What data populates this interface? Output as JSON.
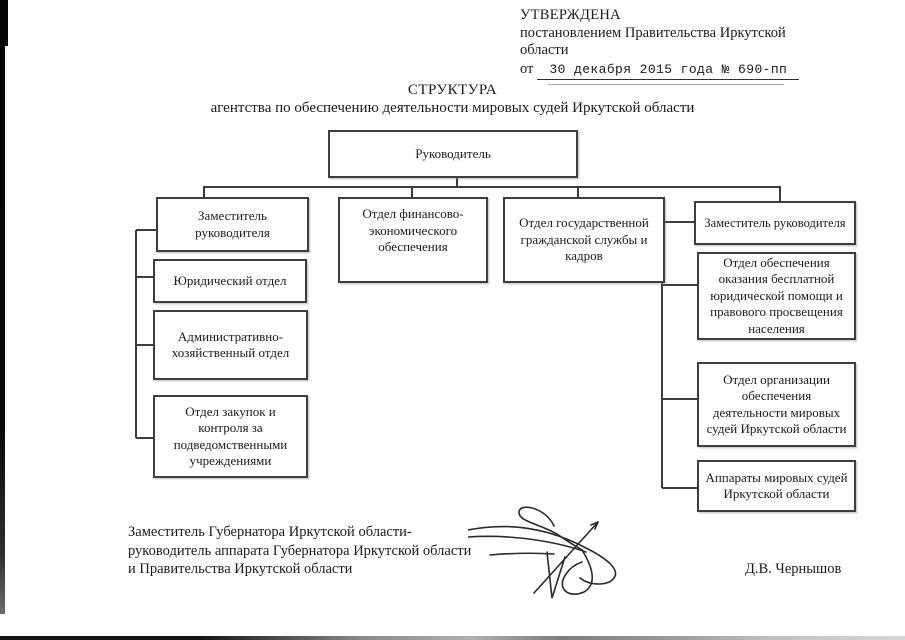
{
  "approval": {
    "stamp": "УТВЕРЖДЕНА",
    "by_line1": "постановлением Правительства Иркутской",
    "by_line2": "области",
    "date_prefix": "от",
    "date_value": "30 декабря 2015 года № 690-пп"
  },
  "title": {
    "heading": "СТРУКТУРА",
    "subheading": "агентства по обеспечению деятельности мировых судей Иркутской области"
  },
  "org_chart": {
    "root": {
      "label": "Руководитель"
    },
    "left_deputy": {
      "label": "Заместитель руководителя"
    },
    "left_units": [
      {
        "label": "Юридический отдел"
      },
      {
        "label": "Административно-хозяйственный отдел"
      },
      {
        "label": "Отдел закупок и контроля за подведомственными учреждениями"
      }
    ],
    "center_units": [
      {
        "label": "Отдел финансово-экономического обеспечения"
      },
      {
        "label": "Отдел государственной гражданской службы и кадров"
      }
    ],
    "right_deputy": {
      "label": "Заместитель руководителя"
    },
    "right_units": [
      {
        "label": "Отдел обеспечения оказания бесплатной юридической помощи и правового просвещения населения"
      },
      {
        "label": "Отдел организации обеспечения деятельности мировых судей Иркутской области"
      },
      {
        "label": "Аппараты мировых судей Иркутской области"
      }
    ]
  },
  "signature_block": {
    "position_line1": "Заместитель Губернатора Иркутской области-",
    "position_line2": "руководитель аппарата Губернатора Иркутской области",
    "position_line3": "и Правительства Иркутской области",
    "signer_name": "Д.В. Чернышов"
  },
  "colors": {
    "ink": "#1b1b1b",
    "box_border": "#3e3e3e",
    "connector_line": "#3d3d3d",
    "paper": "#ffffff"
  }
}
